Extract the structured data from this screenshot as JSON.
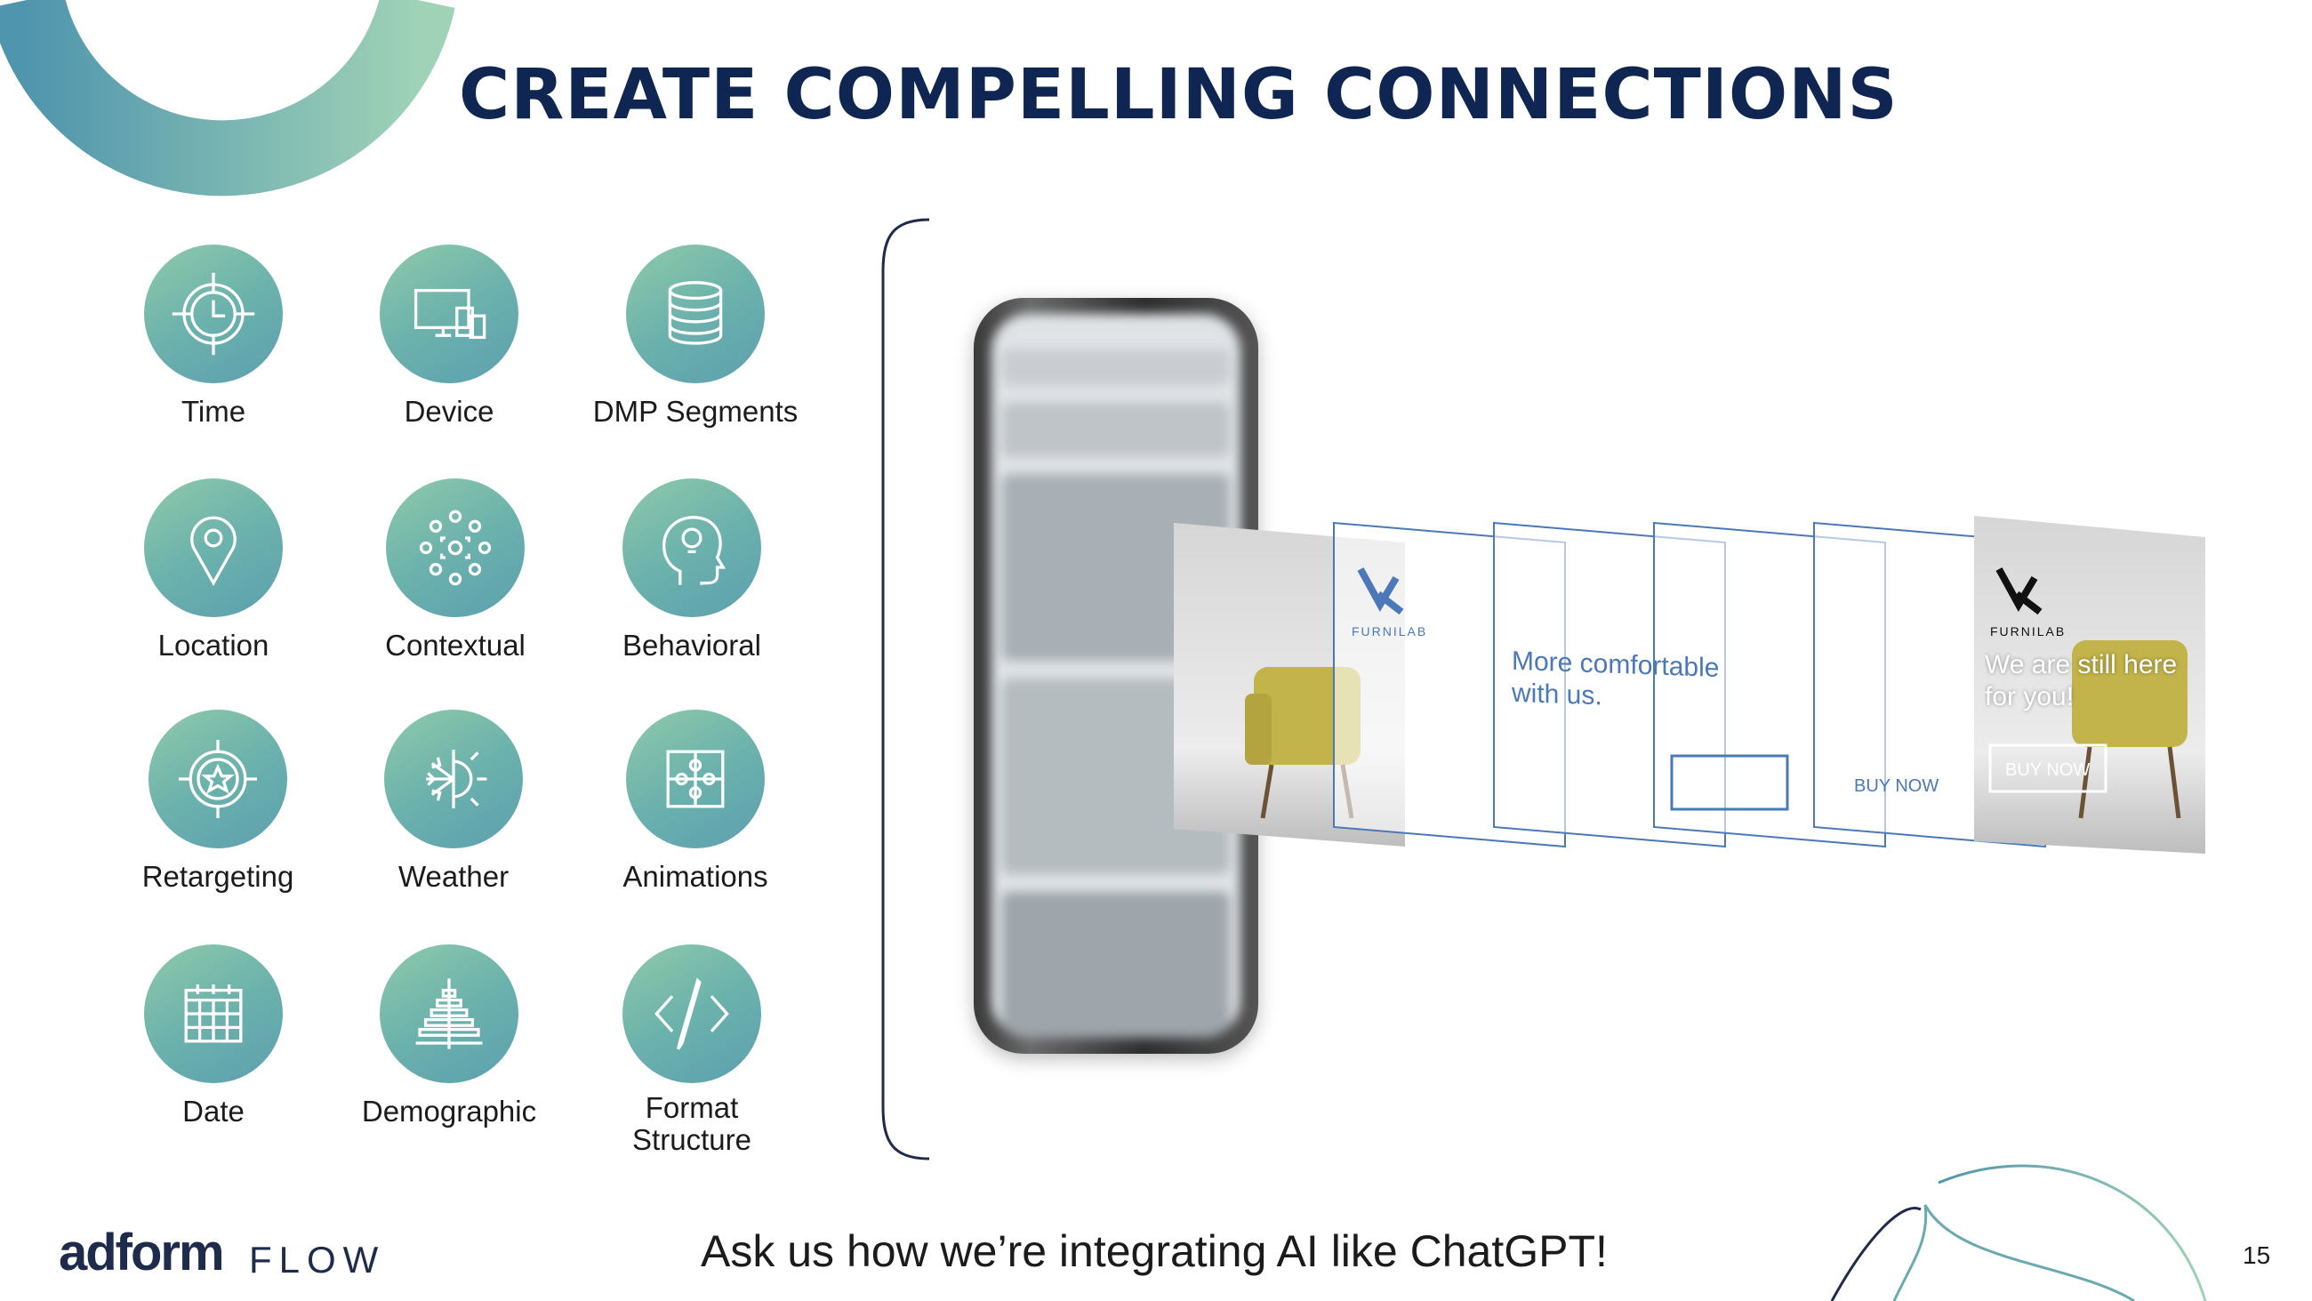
{
  "slide": {
    "title": "CREATE COMPELLING CONNECTIONS",
    "tagline": "Ask us how we’re integrating AI like ChatGPT!",
    "page_number": "15"
  },
  "brand": {
    "adform": "adform",
    "flow": "FLOW"
  },
  "colors": {
    "title": "#0f2652",
    "icon_gradient_start": "#8fcaa9",
    "icon_gradient_end": "#5c9fb0",
    "ad_frame": "#4a78b8"
  },
  "targeting": [
    {
      "label": "Time",
      "icon": "clock-target-icon"
    },
    {
      "label": "Device",
      "icon": "devices-icon"
    },
    {
      "label": "DMP Segments",
      "icon": "database-icon"
    },
    {
      "label": "Location",
      "icon": "map-pin-icon"
    },
    {
      "label": "Contextual",
      "icon": "dots-cluster-icon"
    },
    {
      "label": "Behavioral",
      "icon": "head-lightbulb-icon"
    },
    {
      "label": "Retargeting",
      "icon": "star-target-icon"
    },
    {
      "label": "Weather",
      "icon": "sun-snow-icon"
    },
    {
      "label": "Animations",
      "icon": "puzzle-icon"
    },
    {
      "label": "Date",
      "icon": "calendar-icon"
    },
    {
      "label": "Demographic",
      "icon": "pyramid-icon"
    },
    {
      "label": "Format\nStructure",
      "icon": "code-brackets-icon"
    }
  ],
  "ad": {
    "brand_name": "FURNILAB",
    "headline_mid": "More comfortable with us.",
    "headline_final": "We are still here for you!",
    "cta": "BUY NOW"
  }
}
